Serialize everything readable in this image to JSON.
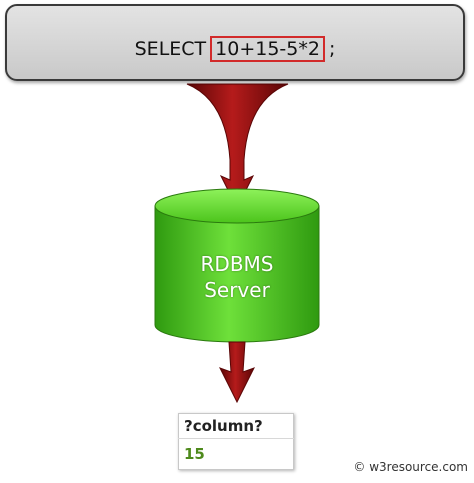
{
  "query": {
    "keyword": "SELECT",
    "expression": "10+15-5*2",
    "terminator": ";"
  },
  "server": {
    "line1": "RDBMS",
    "line2": "Server"
  },
  "result": {
    "column_header": "?column?",
    "value": "15"
  },
  "watermark": "© w3resource.com",
  "colors": {
    "arrow": "#8b1010",
    "cylinder": "#4cc41c",
    "expression_outline": "#d22a2a",
    "result_value": "#4e8a1c"
  }
}
